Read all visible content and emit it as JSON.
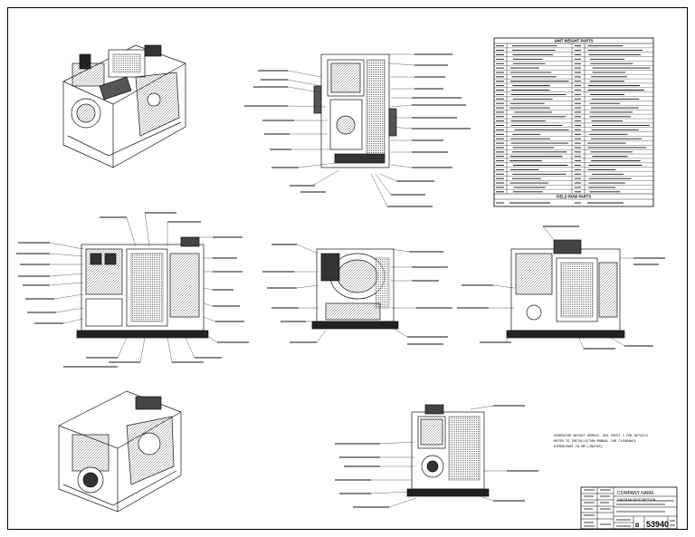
{
  "parts_table": {
    "title": "UNIT WEIGHT PARTS",
    "footer_title": "FIELD ROW PARTS"
  },
  "title_block": {
    "company": "COMPANY NAME",
    "description": "DIAGRAM DESCRIPTION",
    "drawing_number": "53940"
  },
  "notes": {
    "line1": "GENERATOR WEIGHT APPROX. SEE SHEET 1 FOR DETAILS",
    "line2": "REFER TO INSTALLATION MANUAL FOR CLEARANCE",
    "line3": "DIMENSIONS IN MM [INCHES]"
  }
}
